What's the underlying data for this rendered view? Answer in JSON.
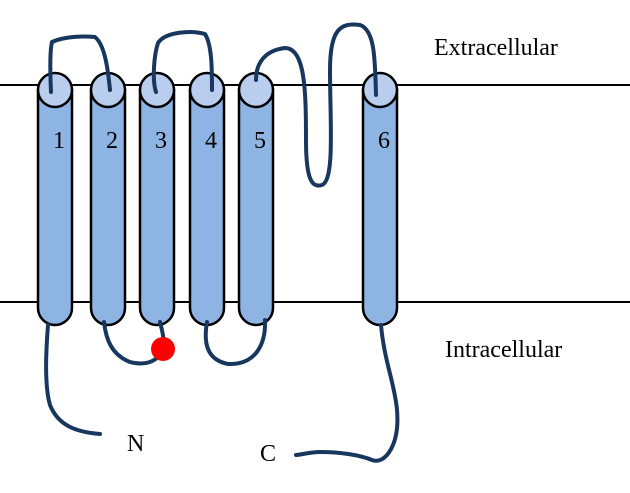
{
  "regions": {
    "extracellular": "Extracellular",
    "intracellular": "Intracellular"
  },
  "helices": [
    "1",
    "2",
    "3",
    "4",
    "5",
    "6"
  ],
  "termini": {
    "n": "N",
    "c": "C"
  },
  "colors": {
    "helix": "#8eb4e3",
    "helix_cap": "#b9cdef",
    "loop": "#17375e",
    "site": "#ff0000"
  }
}
